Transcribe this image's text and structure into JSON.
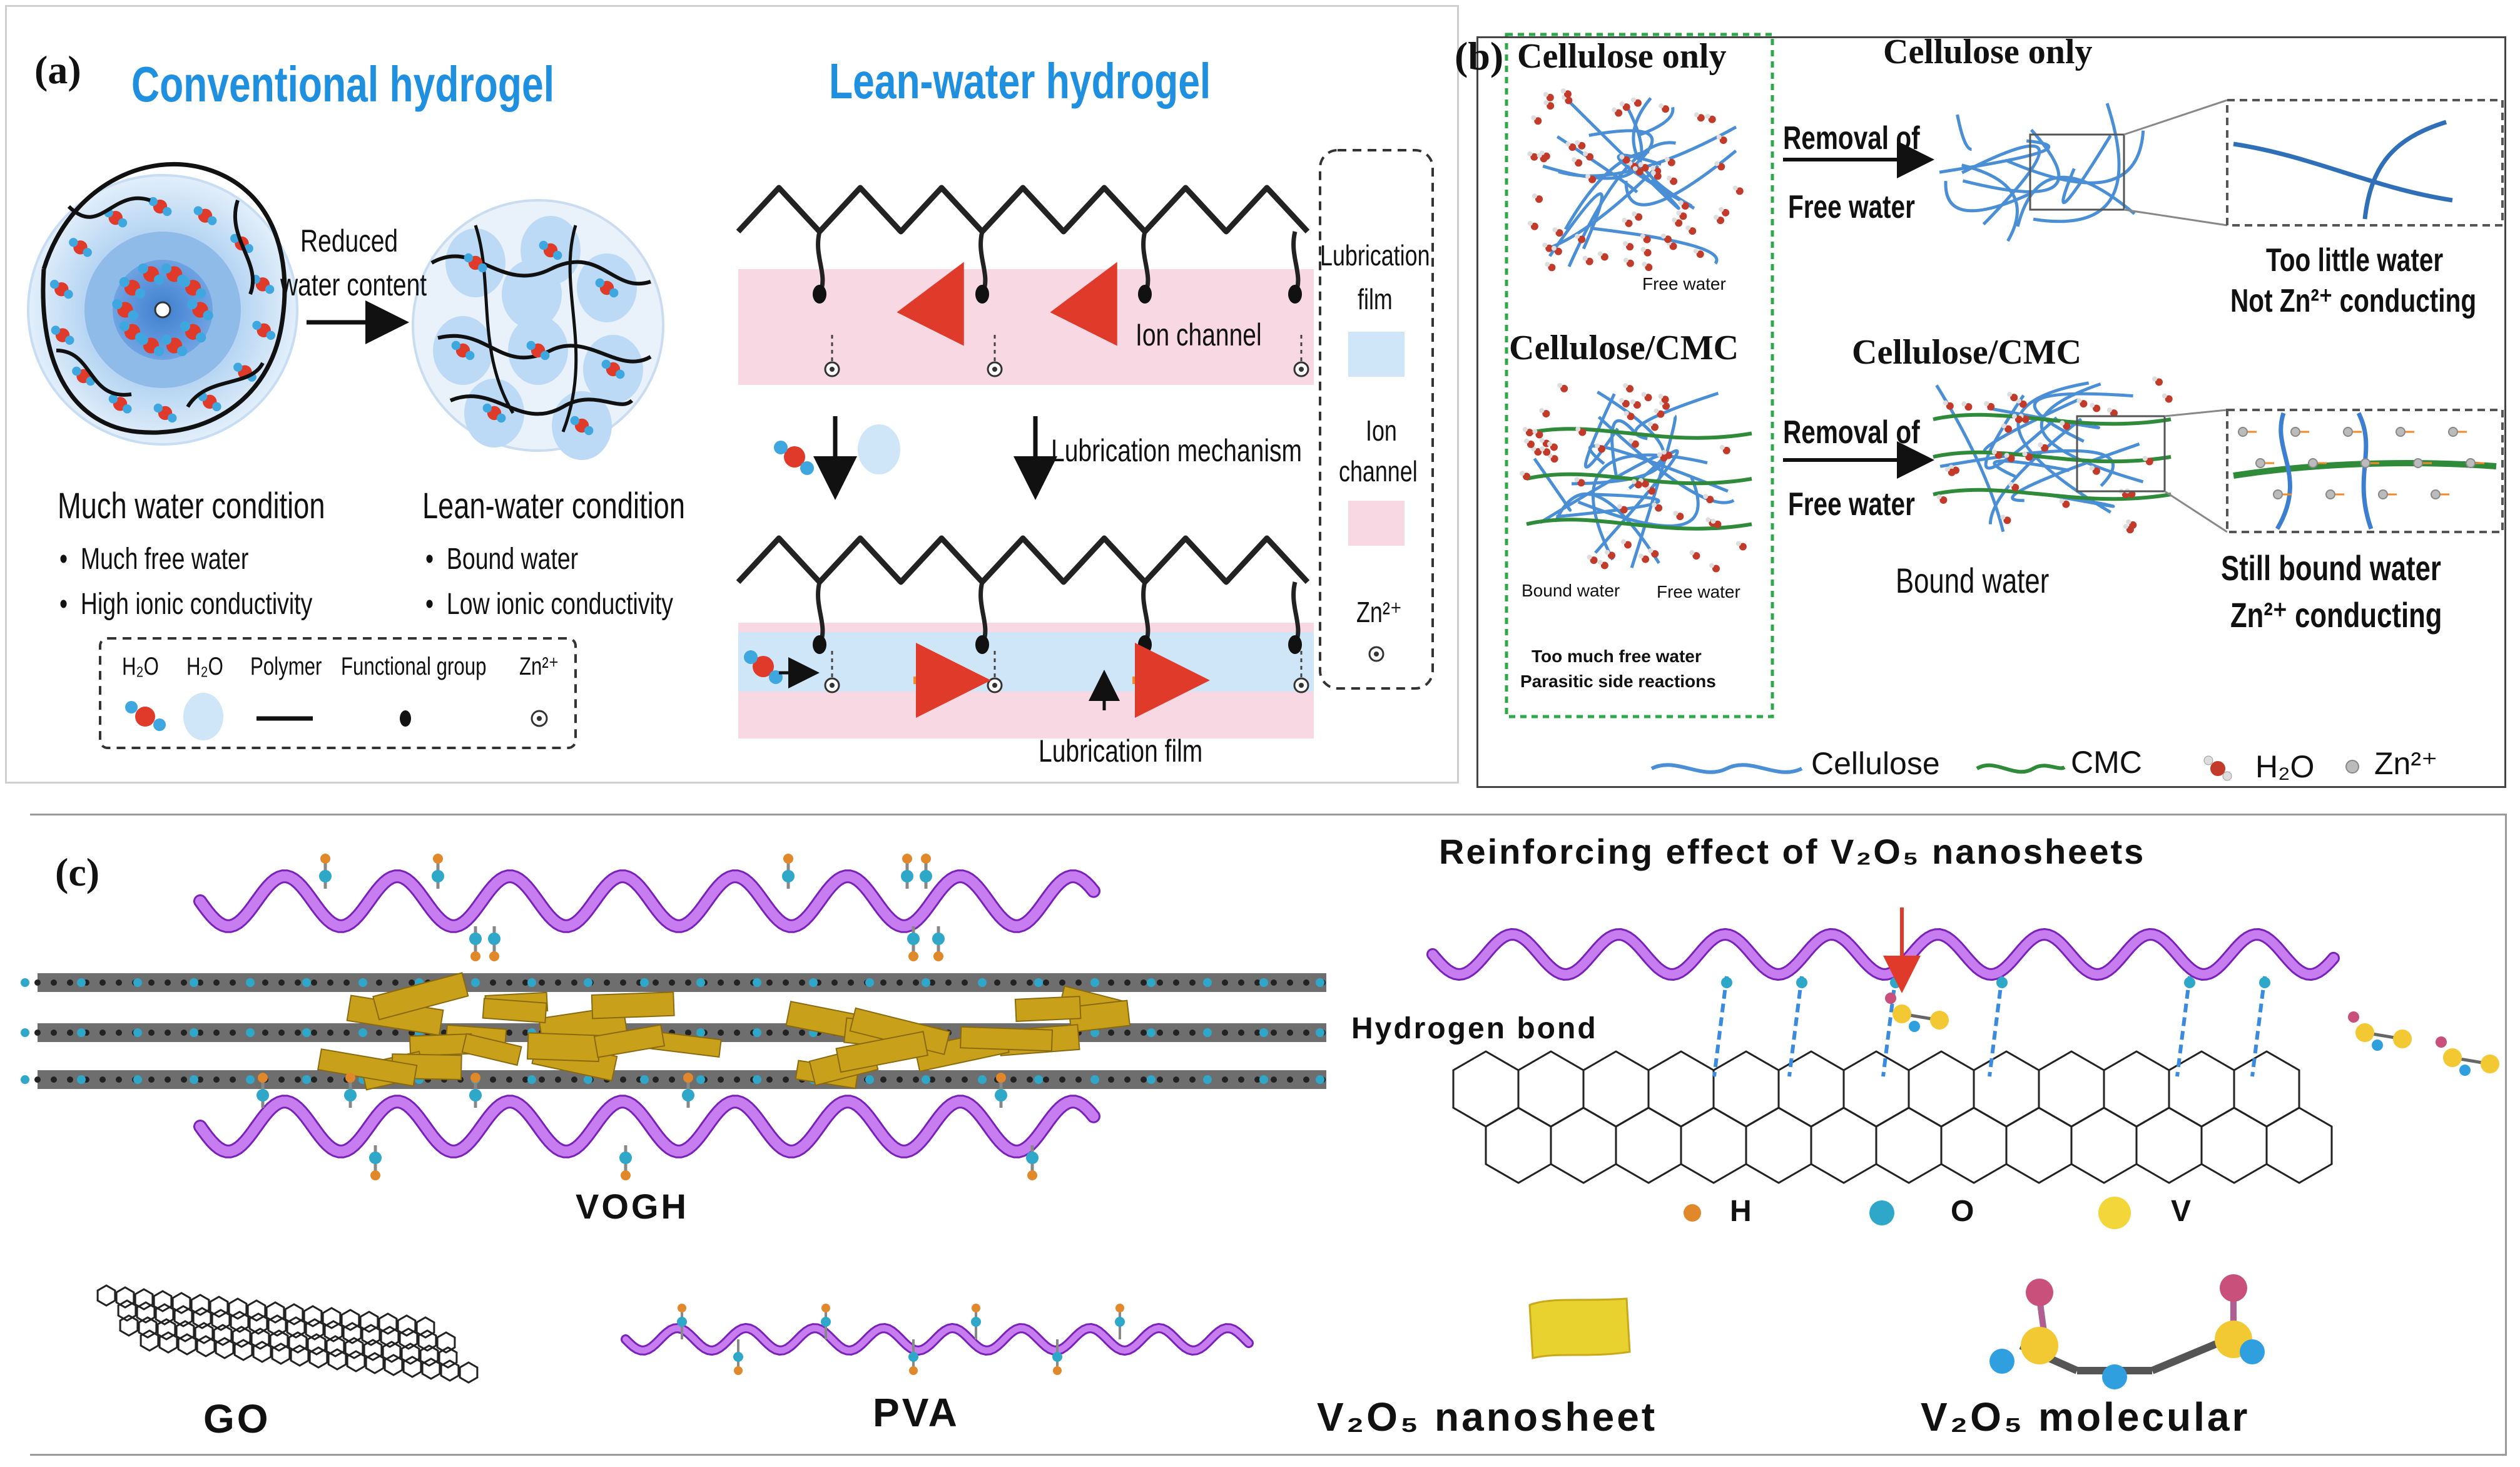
{
  "panel_a": {
    "label": "(a)",
    "title_conventional": "Conventional hydrogel",
    "title_lean": "Lean-water hydrogel",
    "arrow_text_1": "Reduced",
    "arrow_text_2": "water content",
    "much_water_heading": "Much water condition",
    "much_water_bullets": [
      "Much free water",
      "High ionic conductivity"
    ],
    "lean_water_heading": "Lean-water condition",
    "lean_water_bullets": [
      "Bound water",
      "Low ionic conductivity"
    ],
    "legend": [
      "H₂O",
      "H₂O",
      "Polymer",
      "Functional group",
      "Zn²⁺"
    ],
    "ion_channel": "Ion channel",
    "lubrication_mechanism": "Lubrication mechanism",
    "lubrication_film": "Lubrication film",
    "side_legend": {
      "film_1": "Lubrication",
      "film_2": "film",
      "ion_1": "Ion",
      "ion_2": "channel",
      "zn": "Zn²⁺"
    }
  },
  "panel_b": {
    "label": "(b)",
    "cellulose_only": "Cellulose only",
    "cellulose_only_right": "Cellulose only",
    "cellulose_cmc": "Cellulose/CMC",
    "cellulose_cmc_right": "Cellulose/CMC",
    "removal_1": "Removal of",
    "free_water": "Free water",
    "removal_2": "Removal of",
    "free_water_2": "Free water",
    "free_water_small": "Free water",
    "bound_water_small": "Bound water",
    "free_water_small_2": "Free water",
    "too_much_1": "Too much free water",
    "too_much_2": "Parasitic side reactions",
    "too_little_1": "Too little water",
    "too_little_2": "Not Zn²⁺ conducting",
    "bound_water_label": "Bound water",
    "still_bound_1": "Still bound water",
    "still_bound_2": "Zn²⁺ conducting",
    "legend": {
      "cellulose": "Cellulose",
      "cmc": "CMC",
      "h2o": "H₂O",
      "zn": "Zn²⁺"
    }
  },
  "panel_c": {
    "label": "(c)",
    "vogh": "VOGH",
    "reinforcing": "Reinforcing effect of V₂O₅ nanosheets",
    "hydrogen_bond": "Hydrogen bond",
    "atom_legend": [
      "H",
      "O",
      "V"
    ],
    "components": [
      "GO",
      "PVA",
      "V₂O₅ nanosheet",
      "V₂O₅ molecular"
    ]
  },
  "colors": {
    "title_blue": "#1f8fe0",
    "cellulose_blue": "#4a8fd6",
    "cmc_green": "#2f8a3a",
    "pva_purple": "#9a3fd0",
    "v2o5_gold": "#e0b020",
    "ion_pink": "#f8d8e2",
    "film_blue": "#cfe6f8",
    "arrow_orange": "#f08a2a"
  }
}
